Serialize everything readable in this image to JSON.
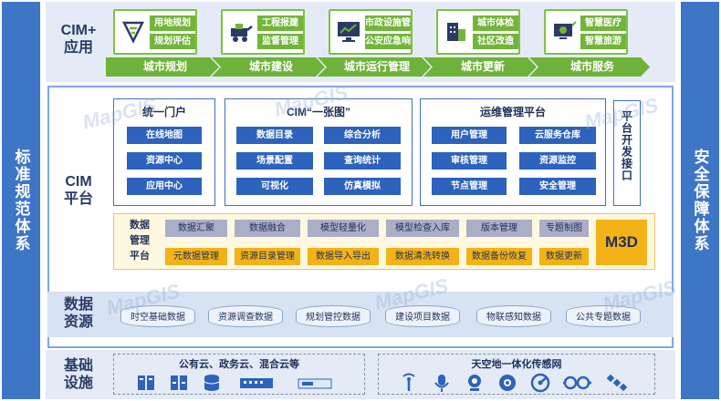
{
  "side": {
    "left": "标准规范体系",
    "right": "安全保障体系"
  },
  "rows": {
    "app_label": [
      "CIM+",
      "应用"
    ],
    "platform_label": [
      "CIM",
      "平台"
    ],
    "resource_label": [
      "数据",
      "资源"
    ],
    "infra_label": [
      "基础",
      "设施"
    ]
  },
  "apps": [
    {
      "tags": [
        "用地规划",
        "规划评估"
      ],
      "stage": "城市规划",
      "icon": "planning-icon"
    },
    {
      "tags": [
        "工程报建",
        "监督管理"
      ],
      "stage": "城市建设",
      "icon": "construction-vehicle-icon"
    },
    {
      "tags": [
        "市政设施管理",
        "公安应急响应"
      ],
      "stage": "城市运行管理",
      "icon": "monitor-chart-icon"
    },
    {
      "tags": [
        "城市体检",
        "社区改造"
      ],
      "stage": "城市更新",
      "icon": "building-icon"
    },
    {
      "tags": [
        "智慧医疗",
        "智慧旅游"
      ],
      "stage": "城市服务",
      "icon": "smart-screen-icon"
    }
  ],
  "portal": {
    "title": "统一门户",
    "items": [
      "在线地图",
      "资源中心",
      "应用中心"
    ]
  },
  "one_map": {
    "title": "CIM“一张图”",
    "items": [
      "数据目录",
      "综合分析",
      "场景配置",
      "查询统计",
      "可视化",
      "仿真模拟"
    ]
  },
  "ops": {
    "title": "运维管理平台",
    "items": [
      "用户管理",
      "云服务仓库",
      "审核管理",
      "资源监控",
      "节点管理",
      "安全管理"
    ]
  },
  "dev_api": "平台开发接口",
  "data_mgmt": {
    "title": "数据管理平台",
    "grey": [
      "数据汇聚",
      "数据融合",
      "模型轻量化",
      "模型检查入库",
      "版本管理",
      "专题制图"
    ],
    "gold": [
      "元数据管理",
      "资源目录管理",
      "数据导入导出",
      "数据清洗转换",
      "数据备份恢复",
      "数据更新"
    ],
    "badge": "M3D"
  },
  "resources": [
    "时空基础数据",
    "资源调查数据",
    "规划管控数据",
    "建设项目数据",
    "物联感知数据",
    "公共专题数据"
  ],
  "infra": {
    "cloud_title": "公有云、政务云、混合云等",
    "sensor_title": "天空地一体化传感网",
    "cloud_icons": [
      "server-rack-icon",
      "server-rack-icon",
      "database-icon",
      "network-switch-icon",
      "storage-icon"
    ],
    "sensor_icons": [
      "antenna-icon",
      "microphone-icon",
      "camera-icon",
      "sensor-node-icon",
      "radar-icon",
      "link-icon",
      "satellite-icon"
    ]
  },
  "watermark": "MapGIS",
  "colors": {
    "side": "#3e76c6",
    "app_green": "#6fb23a",
    "cap_blue": "#2d62bd",
    "gold": "#f3b316",
    "grey": "#aaaec6"
  }
}
